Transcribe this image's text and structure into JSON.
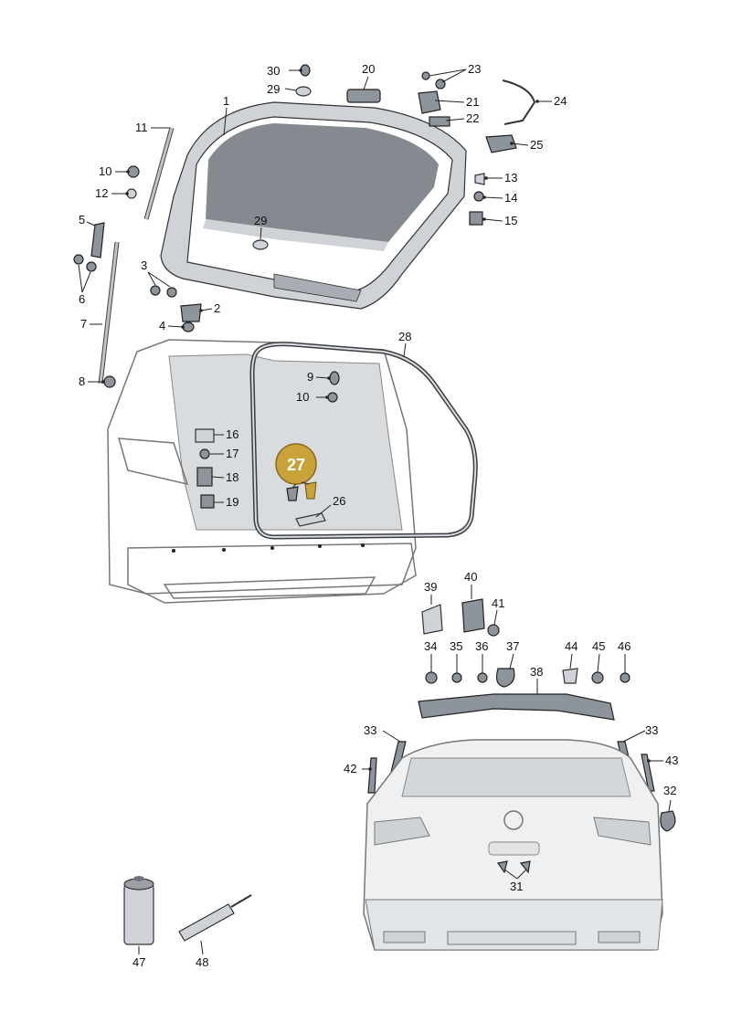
{
  "callouts": {
    "p1": "1",
    "p2": "2",
    "p3": "3",
    "p4": "4",
    "p5": "5",
    "p6": "6",
    "p7": "7",
    "p8": "8",
    "p9": "9",
    "p10a": "10",
    "p10b": "10",
    "p11": "11",
    "p12": "12",
    "p13": "13",
    "p14": "14",
    "p15": "15",
    "p16": "16",
    "p17": "17",
    "p18": "18",
    "p19": "19",
    "p20": "20",
    "p21": "21",
    "p22": "22",
    "p23": "23",
    "p24": "24",
    "p25": "25",
    "p26": "26",
    "p27": "27",
    "p28": "28",
    "p29a": "29",
    "p29b": "29",
    "p30": "30",
    "p31": "31",
    "p32": "32",
    "p33a": "33",
    "p33b": "33",
    "p34": "34",
    "p35": "35",
    "p36": "36",
    "p37": "37",
    "p38": "38",
    "p39": "39",
    "p40": "40",
    "p41": "41",
    "p42": "42",
    "p43": "43",
    "p44": "44",
    "p45": "45",
    "p46": "46",
    "p47": "47",
    "p48": "48"
  },
  "highlight": {
    "part": "27",
    "color": "#c9a23a"
  },
  "colors": {
    "panel": "#cfd3d8",
    "dark_part": "#8e949b",
    "gasket": "#3a3d41"
  }
}
